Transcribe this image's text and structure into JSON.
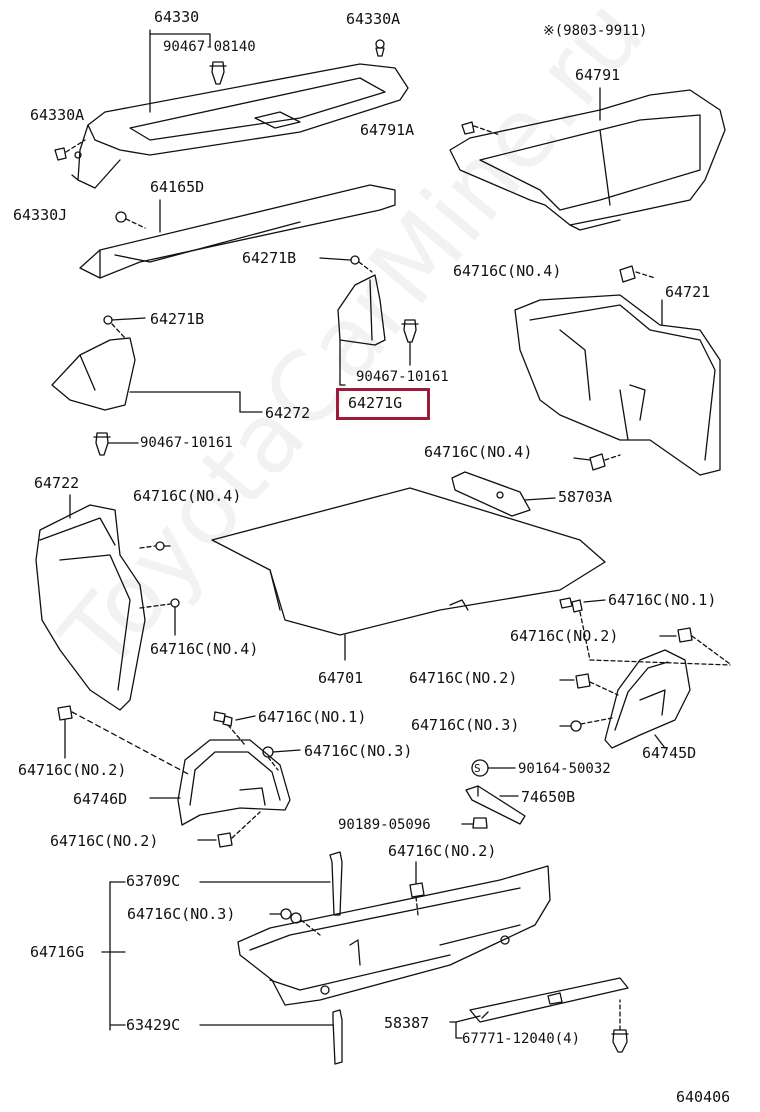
{
  "header": {
    "note": "※(9803-9911)"
  },
  "footer": {
    "code": "640406"
  },
  "watermark": "ToyotaCarMine.ru",
  "highlight_color": "#9b1b3a",
  "labels": {
    "l64330": "64330",
    "l90467_08140": "90467-08140",
    "l64330A_top": "64330A",
    "l64330A_left": "64330A",
    "l64791": "64791",
    "l64791A": "64791A",
    "l64165D": "64165D",
    "l64330J": "64330J",
    "l64271B_mid": "64271B",
    "l64716C_no4_a": "64716C(NO.4)",
    "l64721": "64721",
    "l64271B_left": "64271B",
    "l90467_10161_mid": "90467-10161",
    "l64271G": "64271G",
    "l64272": "64272",
    "l90467_10161_left": "90467-10161",
    "l64716C_no4_b": "64716C(NO.4)",
    "l64722": "64722",
    "l64716C_no4_c": "64716C(NO.4)",
    "l58703A": "58703A",
    "l64716C_no1_a": "64716C(NO.1)",
    "l64716C_no2_a": "64716C(NO.2)",
    "l64716C_no4_d": "64716C(NO.4)",
    "l64701": "64701",
    "l64716C_no2_b": "64716C(NO.2)",
    "l64716C_no1_b": "64716C(NO.1)",
    "l64716C_no3_a": "64716C(NO.3)",
    "l64745D": "64745D",
    "l64716C_no3_b": "64716C(NO.3)",
    "l64716C_no2_c": "64716C(NO.2)",
    "l90164_50032": "90164-50032",
    "l64746D": "64746D",
    "l74650B": "74650B",
    "l90189_05096": "90189-05096",
    "l64716C_no2_d": "64716C(NO.2)",
    "l64716C_no2_e": "64716C(NO.2)",
    "l63709C": "63709C",
    "l64716C_no3_c": "64716C(NO.3)",
    "l64716G": "64716G",
    "l58387": "58387",
    "l63429C": "63429C",
    "l67771_12040": "67771-12040(4)",
    "s_marker": "S"
  }
}
